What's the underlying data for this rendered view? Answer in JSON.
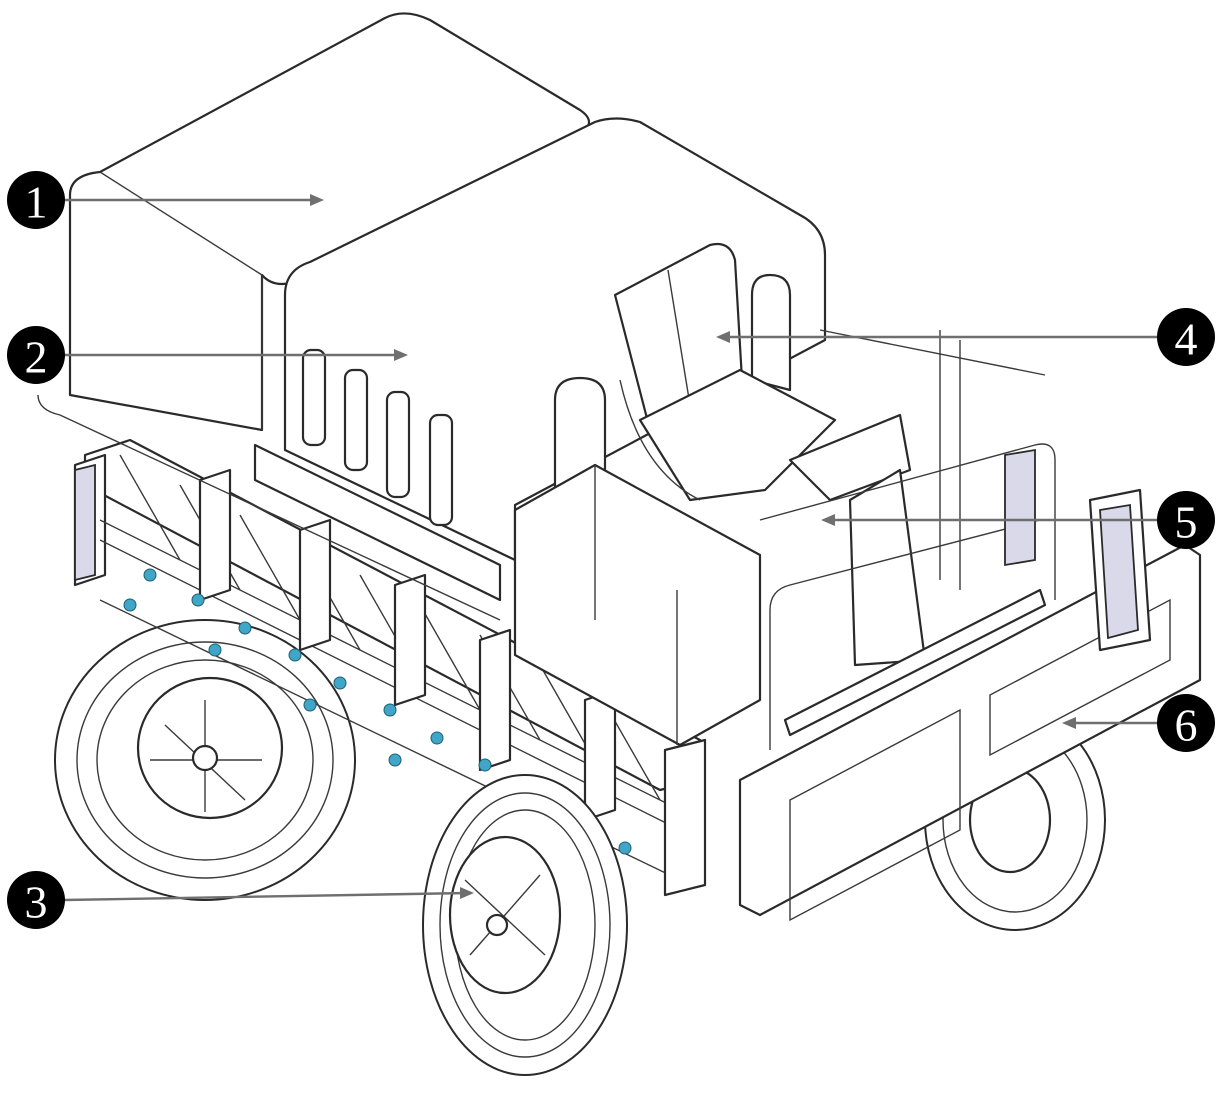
{
  "diagram": {
    "callouts": [
      {
        "id": "1",
        "label": "1"
      },
      {
        "id": "2",
        "label": "2"
      },
      {
        "id": "3",
        "label": "3"
      },
      {
        "id": "4",
        "label": "4"
      },
      {
        "id": "5",
        "label": "5"
      },
      {
        "id": "6",
        "label": "6"
      }
    ],
    "colors": {
      "callout_fill": "#000000",
      "callout_text": "#ffffff",
      "leader_line": "#6f6f6f",
      "line_art": "#2a2a2a",
      "shading": "#d9d9ea",
      "nozzles": "#3fa6c8"
    }
  }
}
